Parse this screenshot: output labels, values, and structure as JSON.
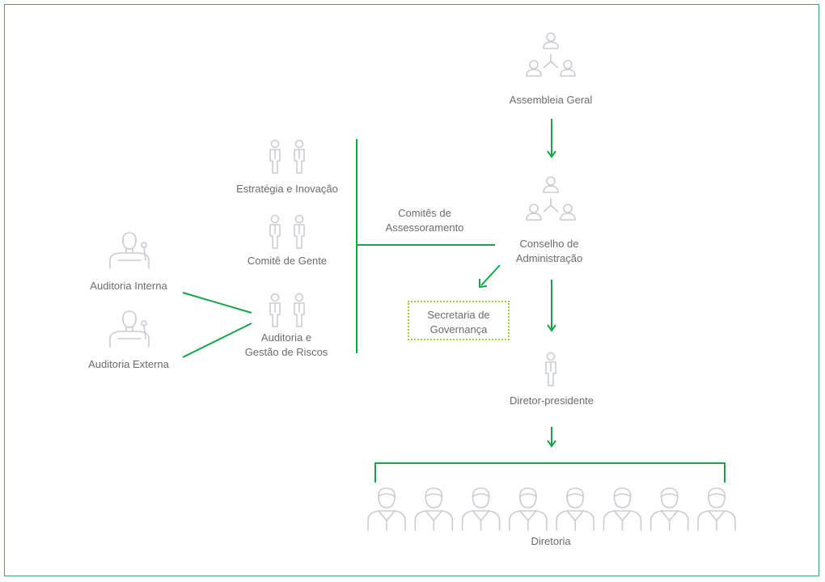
{
  "colors": {
    "frame": "#3daa6a",
    "connector": "#17a34a",
    "icon": "#c9cdd2",
    "text": "#6b6b6b",
    "secretaria_border": "#a5c64d"
  },
  "nodes": {
    "assembleia": {
      "label": "Assembleia Geral",
      "icon": "group-icon"
    },
    "conselho": {
      "label_line1": "Conselho de",
      "label_line2": "Administração",
      "icon": "group-icon"
    },
    "secretaria": {
      "label_line1": "Secretaria de",
      "label_line2": "Governança"
    },
    "diretor": {
      "label": "Diretor-presidente",
      "icon": "person-icon"
    },
    "diretoria": {
      "label": "Diretoria",
      "icon": "executive-icon",
      "count": 8
    },
    "comites": {
      "label_line1": "Comitês de",
      "label_line2": "Assessoramento"
    },
    "estrategia": {
      "label": "Estratégia e Inovação",
      "icon": "two-persons-icon"
    },
    "gente": {
      "label": "Comitê de Gente",
      "icon": "two-persons-icon"
    },
    "auditoria_riscos": {
      "label_line1": "Auditoria e",
      "label_line2": "Gestão de Riscos",
      "icon": "two-persons-icon"
    },
    "auditoria_interna": {
      "label": "Auditoria Interna",
      "icon": "speaker-icon"
    },
    "auditoria_externa": {
      "label": "Auditoria Externa",
      "icon": "speaker-icon"
    }
  }
}
